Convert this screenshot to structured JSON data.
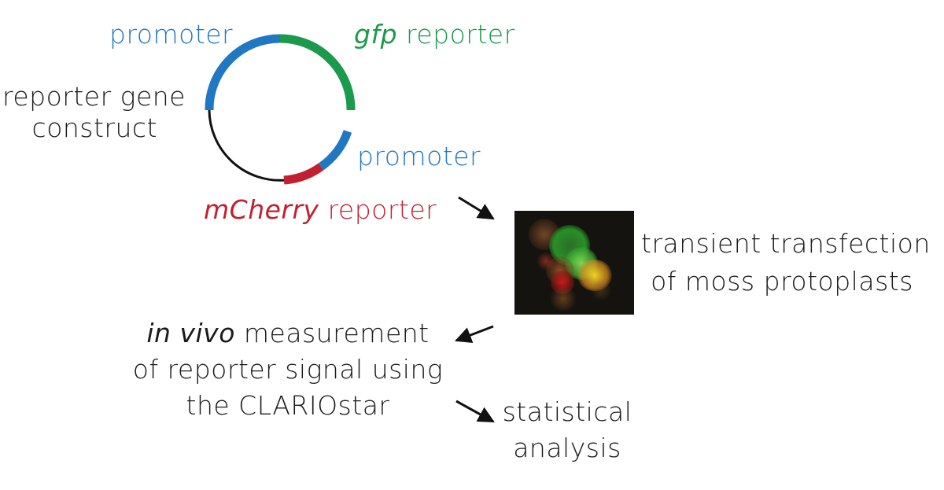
{
  "plasmid": {
    "label_line1": "reporter gene",
    "label_line2": "construct",
    "promoter_top": "promoter",
    "gfp_italic": "gfp",
    "gfp_rest": " reporter",
    "promoter_right": "promoter",
    "mcherry_italic": "mCherry",
    "mcherry_rest": " reporter",
    "colors": {
      "promoter": "#1f78c1",
      "gfp": "#1a9a4a",
      "mcherry": "#c0202f",
      "backbone": "#111111"
    }
  },
  "transfection": {
    "line1": "transient transfection",
    "line2": "of moss protoplasts"
  },
  "measurement": {
    "italic": "in vivo",
    "line1_rest": " measurement",
    "line2": "of reporter signal using",
    "line3": "the CLARIOstar"
  },
  "analysis": {
    "line1": "statistical",
    "line2": "analysis"
  }
}
